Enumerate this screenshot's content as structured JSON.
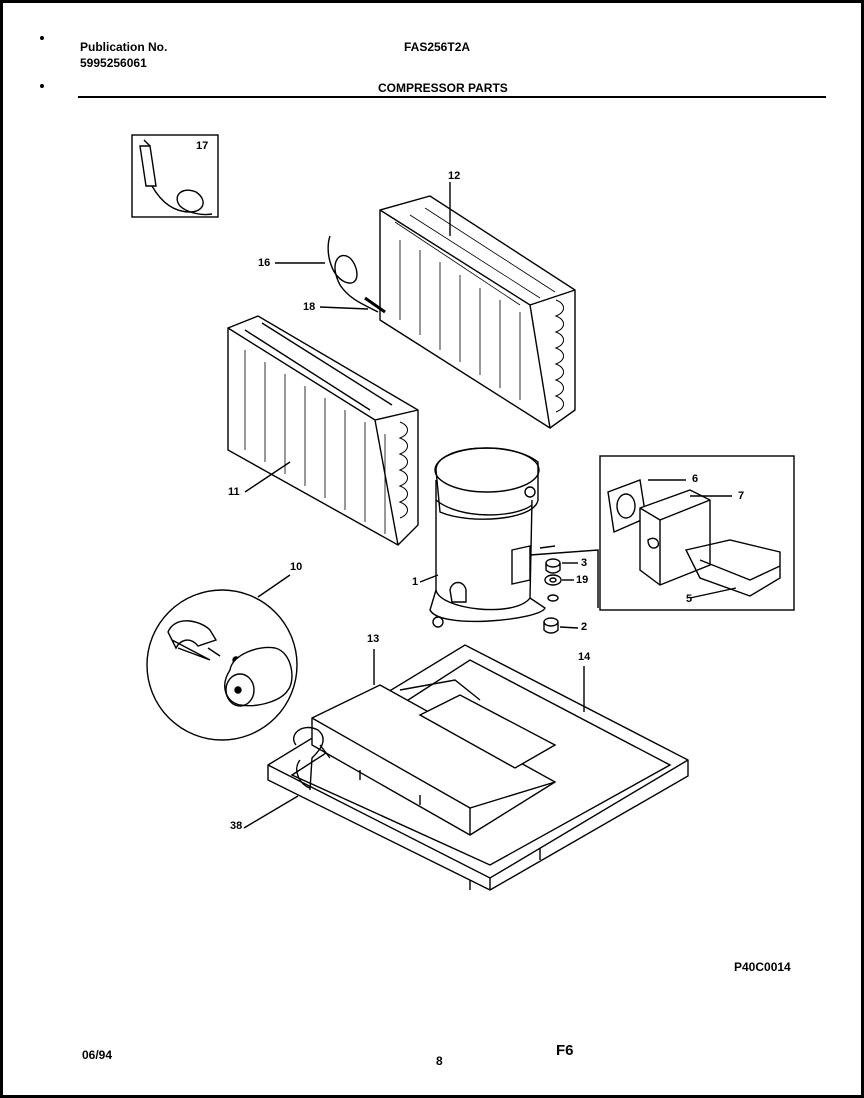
{
  "header": {
    "publication_label": "Publication No.",
    "publication_number": "5995256061",
    "model": "FAS256T2A",
    "section_title": "COMPRESSOR PARTS"
  },
  "callouts": {
    "c1": "1",
    "c2": "2",
    "c3": "3",
    "c5": "5",
    "c6": "6",
    "c7": "7",
    "c10": "10",
    "c11": "11",
    "c12": "12",
    "c13": "13",
    "c14": "14",
    "c16": "16",
    "c18": "18",
    "c19": "19",
    "c17": "17",
    "c38": "38"
  },
  "footer": {
    "diagram_code": "P40C0014",
    "date": "06/94",
    "page": "8",
    "figure": "F6"
  }
}
